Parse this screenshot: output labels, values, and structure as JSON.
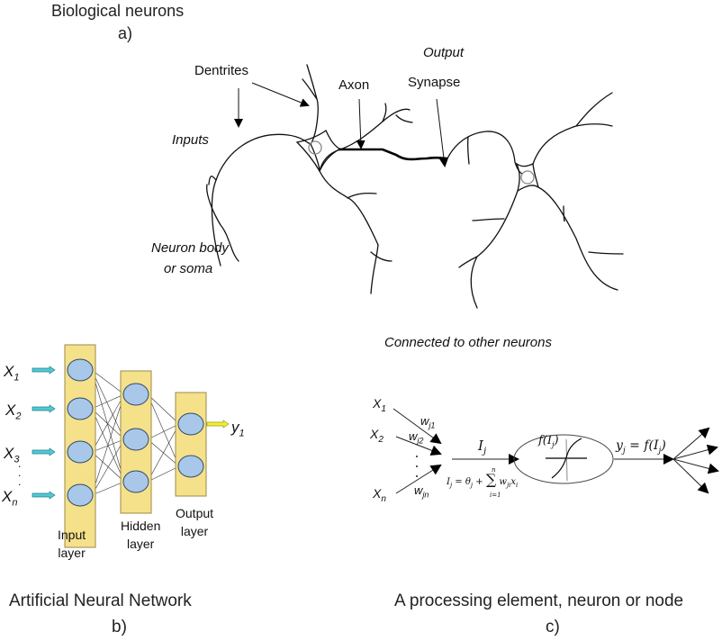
{
  "panel_a": {
    "title": "Biological neurons",
    "letter": "a)",
    "labels": {
      "dentrites": "Dentrites",
      "axon": "Axon",
      "output": "Output",
      "synapse": "Synapse",
      "inputs": "Inputs",
      "soma_line1": "Neuron body",
      "soma_line2": "or soma",
      "connected": "Connected to other neurons"
    }
  },
  "panel_b": {
    "title": "Artificial Neural Network",
    "letter": "b)",
    "inputs": [
      "X1",
      "X2",
      "X3",
      "Xn"
    ],
    "input_subscripts": [
      "1",
      "2",
      "3",
      "n"
    ],
    "output_label": "y",
    "output_subscript": "1",
    "layers": [
      {
        "name": "Input layer",
        "line1": "Input",
        "line2": "layer",
        "nodes": 4
      },
      {
        "name": "Hidden layer",
        "line1": "Hidden",
        "line2": "layer",
        "nodes": 3
      },
      {
        "name": "Output layer",
        "line1": "Output",
        "line2": "layer",
        "nodes": 2
      }
    ],
    "colors": {
      "layer_fill": "#f5e18a",
      "layer_stroke": "#9a8a4a",
      "node_fill": "#a9c7e8",
      "node_stroke": "#2f4a6a",
      "input_arrow": "#4fc9d6",
      "output_arrow": "#f0f02a"
    }
  },
  "panel_c": {
    "title": "A processing element, neuron or node",
    "letter": "c)",
    "inputs": [
      "X1",
      "X2",
      "Xn"
    ],
    "weights": [
      "wj1",
      "wj2",
      "wjn"
    ],
    "net_input": "Ij",
    "net_formula": "Ij = θj + Σ(i=1..n) wji xi",
    "activation": "f(Ij)",
    "output_formula": "yj = f(Ij)"
  }
}
